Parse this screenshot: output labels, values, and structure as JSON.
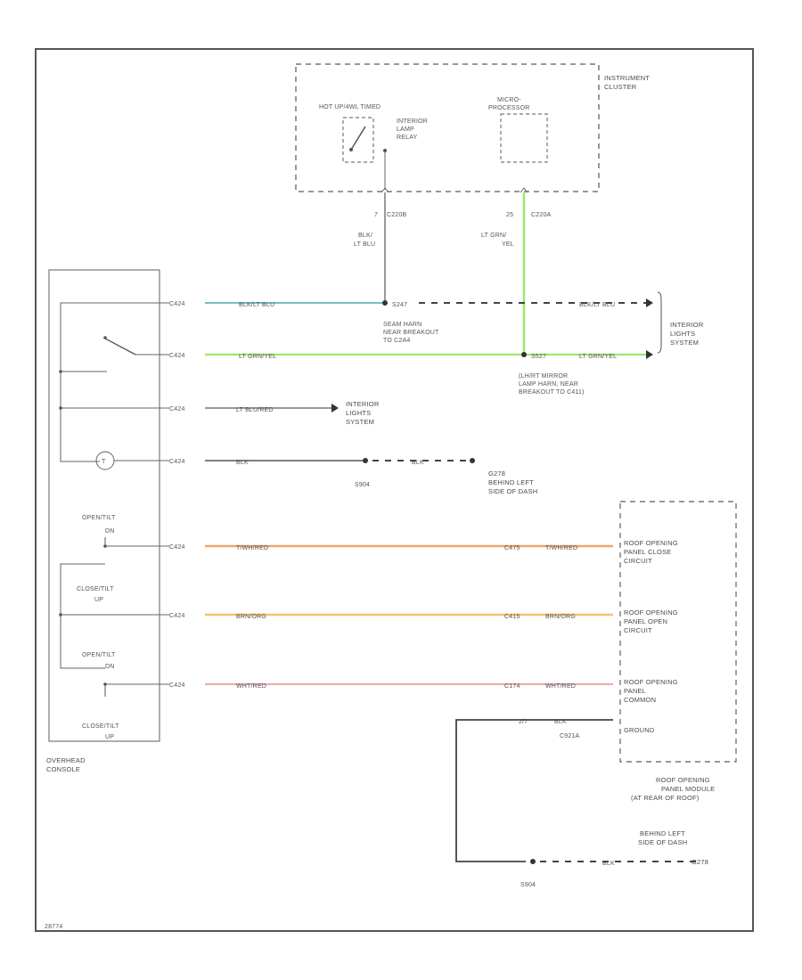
{
  "instrument_cluster": {
    "title_1": "INSTRUMENT",
    "title_2": "CLUSTER",
    "relay_label_1": "HOT UP/4WL TIMED",
    "relay_label_2": "INTERIOR",
    "relay_label_3": "LAMP",
    "relay_label_4": "RELAY",
    "micro_1": "MICRO-",
    "micro_2": "PROCESSOR",
    "pin_left": "7",
    "conn_left": "C220B",
    "pin_right": "25",
    "conn_right": "C220A"
  },
  "wires": {
    "blk_ltblu_1": "BLK/",
    "blk_ltblu_2": "LT BLU",
    "ltgrn_yel_1": "LT GRN/",
    "ltgrn_yel_2": "YEL",
    "w1_color": "BLK/LT BLU",
    "w1_right": "BLK/LT BLU",
    "w1_splice": "S247",
    "w1_note_1": "SEAM HARN",
    "w1_note_2": "NEAR BREAKOUT",
    "w1_note_3": "TO C2A4",
    "w2_color": "LT GRN/YEL",
    "w2_splice": "S527",
    "w2_right": "LT GRN/YEL",
    "w2_note_1": "(LH/RT MIRROR",
    "w2_note_2": "LAMP HARN, NEAR",
    "w2_note_3": "BREAKOUT TO C411)",
    "w3_color": "LT BLU/RED",
    "w4_color": "BLK",
    "w4_right": "BLK",
    "w4_splice": "S904",
    "w5_color": "T/WH/RED",
    "w5_right": "T/WH/RED",
    "w5_pin": "C475",
    "w6_color": "BRN/ORG",
    "w6_right": "BRN/ORG",
    "w6_pin": "C415",
    "w7_color": "WHT/RED",
    "w7_right": "WHT/RED",
    "w7_pin": "C174",
    "gnd_pin": "2/7",
    "gnd_wire": "BLK",
    "gnd_conn": "C921A",
    "bottom_wire": "BLK",
    "bottom_splice": "S904",
    "connector_code": "C424"
  },
  "interior_lights_1": {
    "line1": "INTERIOR",
    "line2": "LIGHTS",
    "line3": "SYSTEM"
  },
  "interior_lights_2": {
    "line1": "INTERIOR",
    "line2": "LIGHTS",
    "line3": "SYSTEM"
  },
  "ground_g278": {
    "line1": "G278",
    "line2": "BEHIND LEFT",
    "line3": "SIDE OF DASH"
  },
  "console": {
    "sw1": "OPEN/TILT",
    "sw1b": "DN",
    "sw2_1": "CLOSE/TILT",
    "sw2_2": "UP",
    "sw3": "OPEN/TILT",
    "sw3b": "DN",
    "sw4_1": "CLOSE/TILT",
    "sw4_2": "UP",
    "name_1": "OVERHEAD",
    "name_2": "CONSOLE"
  },
  "roof_module": {
    "close_1": "ROOF OPENING",
    "close_2": "PANEL CLOSE",
    "close_3": "CIRCUIT",
    "open_1": "ROOF OPENING",
    "open_2": "PANEL OPEN",
    "open_3": "CIRCUIT",
    "common_1": "ROOF OPENING",
    "common_2": "PANEL",
    "common_3": "COMMON",
    "ground": "GROUND",
    "title_1": "ROOF OPENING",
    "title_2": "PANEL MODULE",
    "title_3": "(AT REAR OF ROOF)"
  },
  "bottom_ground": {
    "line1": "BEHIND LEFT",
    "line2": "SIDE OF DASH",
    "line3": "G278"
  },
  "footer_code": "28774"
}
